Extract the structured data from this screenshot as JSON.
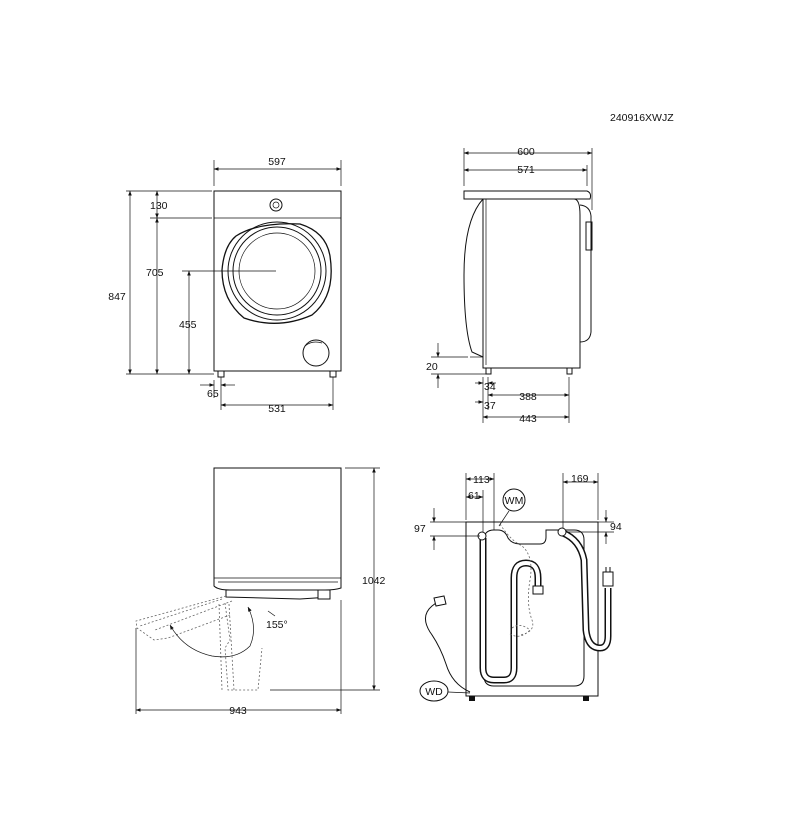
{
  "doc_code": "240916XWJZ",
  "front_view": {
    "width_top": "597",
    "height_total": "847",
    "height_upper": "705",
    "height_door_center": "455",
    "top_panel": "130",
    "foot_offset": "65",
    "foot_span": "531"
  },
  "side_view": {
    "depth_total": "600",
    "depth_body": "571",
    "foot_height": "20",
    "foot_front": "34",
    "foot_back_span": "388",
    "foot_front2": "37",
    "foot_base": "443"
  },
  "door_view": {
    "height_open": "1042",
    "angle": "155°",
    "width_open": "943"
  },
  "rear_view": {
    "left_offset": "113",
    "left_inner": "61",
    "right_offset": "169",
    "left_height": "97",
    "right_height": "94",
    "wm_label": "WM",
    "wd_label": "WD"
  }
}
